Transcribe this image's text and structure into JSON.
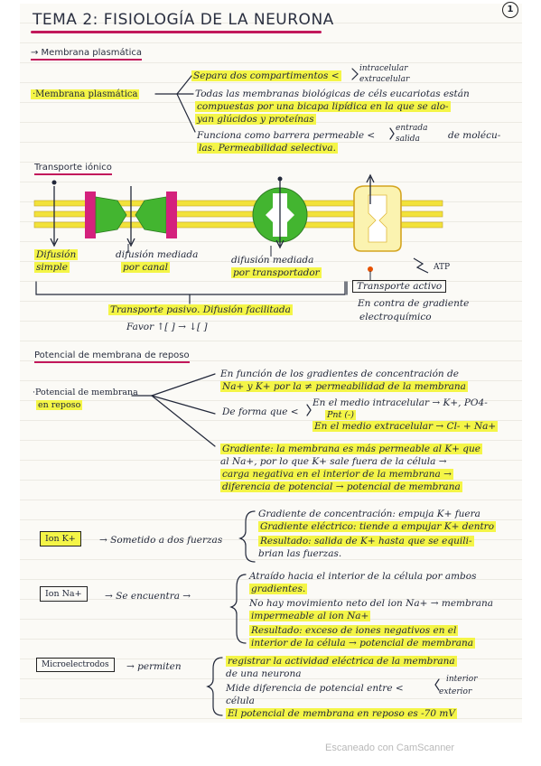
{
  "page": {
    "title": "TEMA 2: FISIOLOGÍA DE LA NEURONA",
    "page_number": "1",
    "footer": "Escaneado con CamScanner"
  },
  "membrana": {
    "heading": "→ Membrana plasmática",
    "label": "·Membrana plasmática",
    "line1": "Separa dos compartimentos <",
    "line1_top": "intracelular",
    "line1_bottom": "extracelular",
    "line2a": "Todas las membranas biológicas de céls eucariotas están",
    "line2b": "compuestas por una bicapa lipídica en la que se alo-",
    "line2c": "yan glúcidos y proteínas",
    "line3a": "Funciona como barrera permeable <",
    "line3_top": "entrada",
    "line3_bottom": "salida",
    "line3_end": "de molécu-",
    "line3b": "las. Permeabilidad selectiva."
  },
  "transporte": {
    "heading": "Transporte iónico",
    "label_difusion_simple_1": "Difusión",
    "label_difusion_simple_2": "simple",
    "label_canal_1": "difusión mediada",
    "label_canal_2": "por canal",
    "label_transportador_1": "difusión mediada",
    "label_transportador_2": "por transportador",
    "label_activo": "Transporte activo",
    "atp": "ATP",
    "pasivo": "Transporte pasivo. Difusión facilitada",
    "pasivo_sub": "Favor ↑[ ] → ↓[ ]",
    "activo_1": "En contra de gradiente",
    "activo_2": "electroquímico"
  },
  "reposo": {
    "heading": "Potencial de membrana de reposo",
    "label_1": "·Potencial de membrana",
    "label_2": "en reposo",
    "l1": "En función de los gradientes de concentración de",
    "l2": "Na+ y K+ por la ≠ permeabilidad de la membrana",
    "l3a": "En el medio intracelular → K+, PO4-",
    "l3b": "Pnt (-)",
    "l3pre": "De forma que <",
    "l4": "En el medio extracelular → Cl- + Na+",
    "g1": "Gradiente: la membrana es más permeable al K+ que",
    "g2": "al Na+, por lo que K+ sale fuera de la célula →",
    "g3": "carga negativa en el interior de la membrana →",
    "g4": "diferencia de potencial → potencial de membrana"
  },
  "ion_k": {
    "label": "Ion K+",
    "arrow_text": "→ Sometido a dos fuerzas",
    "l1": "Gradiente de concentración: empuja K+ fuera",
    "l2": "Gradiente eléctrico: tiende a empujar K+ dentro",
    "l3": "Resultado: salida de K+ hasta que se equili-",
    "l4": "brian las fuerzas."
  },
  "ion_na": {
    "label": "Ion Na+",
    "arrow_text": "→ Se encuentra →",
    "l1": "Atraído hacia el interior de la célula por ambos",
    "l2": "gradientes.",
    "l3": "No hay movimiento neto del ion Na+ → membrana",
    "l4": "impermeable al ion Na+",
    "l5": "Resultado: exceso de iones negativos en el",
    "l6": "interior de la célula → potencial de membrana"
  },
  "micro": {
    "label": "Microelectrodos",
    "arrow_text": "→ permiten",
    "l1": "registrar la actividad eléctrica de la membrana",
    "l2": "de una neurona",
    "l3pre": "Mide diferencia de potencial entre <",
    "l3_top": "interior",
    "l3_bottom": "exterior",
    "l4": "célula",
    "l5": "El potencial de membrana en reposo es -70 mV"
  },
  "colors": {
    "highlight": "#f4f547",
    "accent": "#c2185b",
    "membrane_yellow": "#f2e23a",
    "protein_green": "#43b530",
    "channel_magenta": "#d4217d",
    "ink": "#22283a"
  }
}
